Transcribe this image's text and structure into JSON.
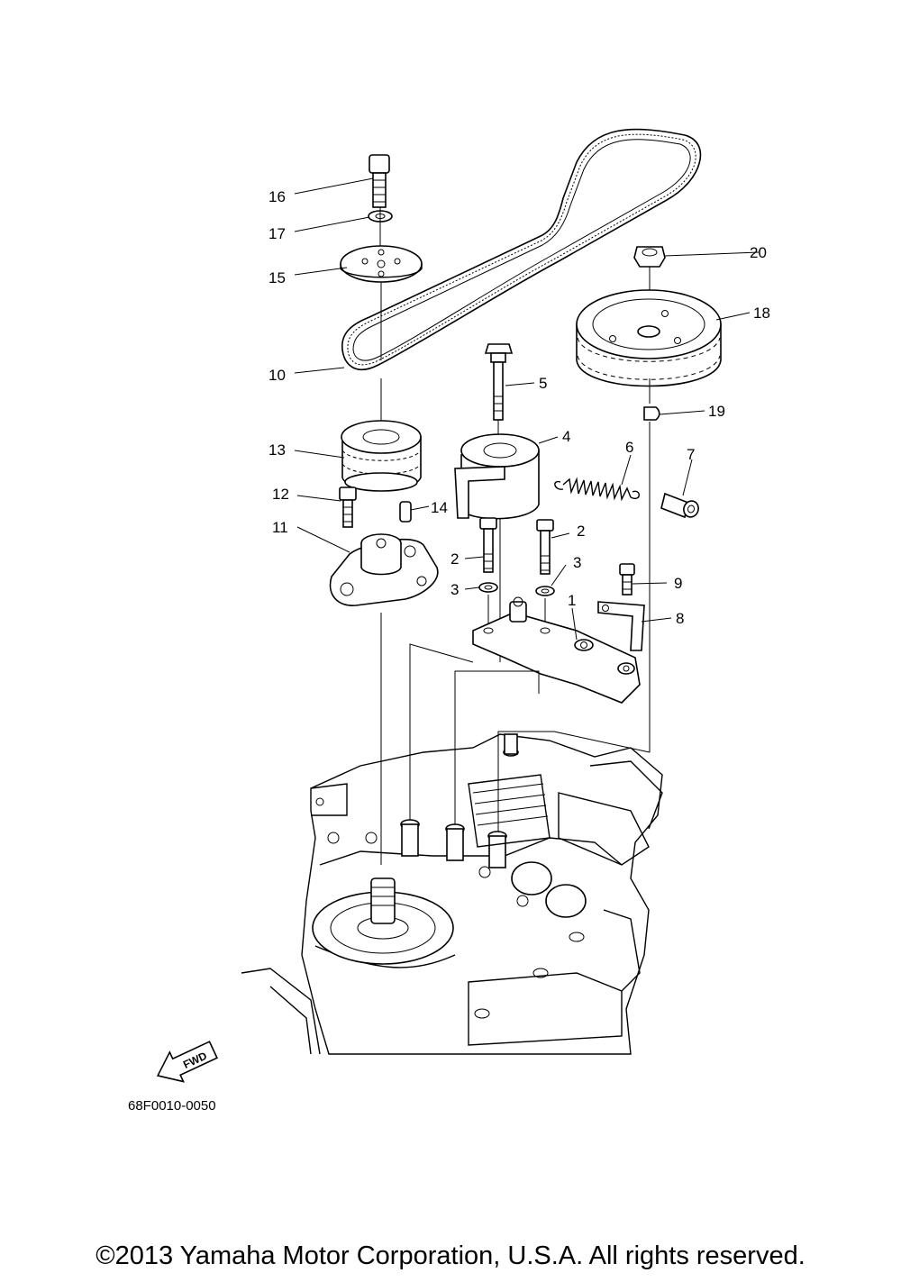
{
  "callouts": {
    "p1": "1",
    "p2a": "2",
    "p2b": "2",
    "p3a": "3",
    "p3b": "3",
    "p4": "4",
    "p5": "5",
    "p6": "6",
    "p7": "7",
    "p8": "8",
    "p9": "9",
    "p10": "10",
    "p11": "11",
    "p12": "12",
    "p13": "13",
    "p14": "14",
    "p15": "15",
    "p16": "16",
    "p17": "17",
    "p18": "18",
    "p19": "19",
    "p20": "20"
  },
  "fwd_label": "FWD",
  "diagram_code": "68F0010-0050",
  "copyright": "©2013 Yamaha Motor Corporation, U.S.A. All rights reserved."
}
